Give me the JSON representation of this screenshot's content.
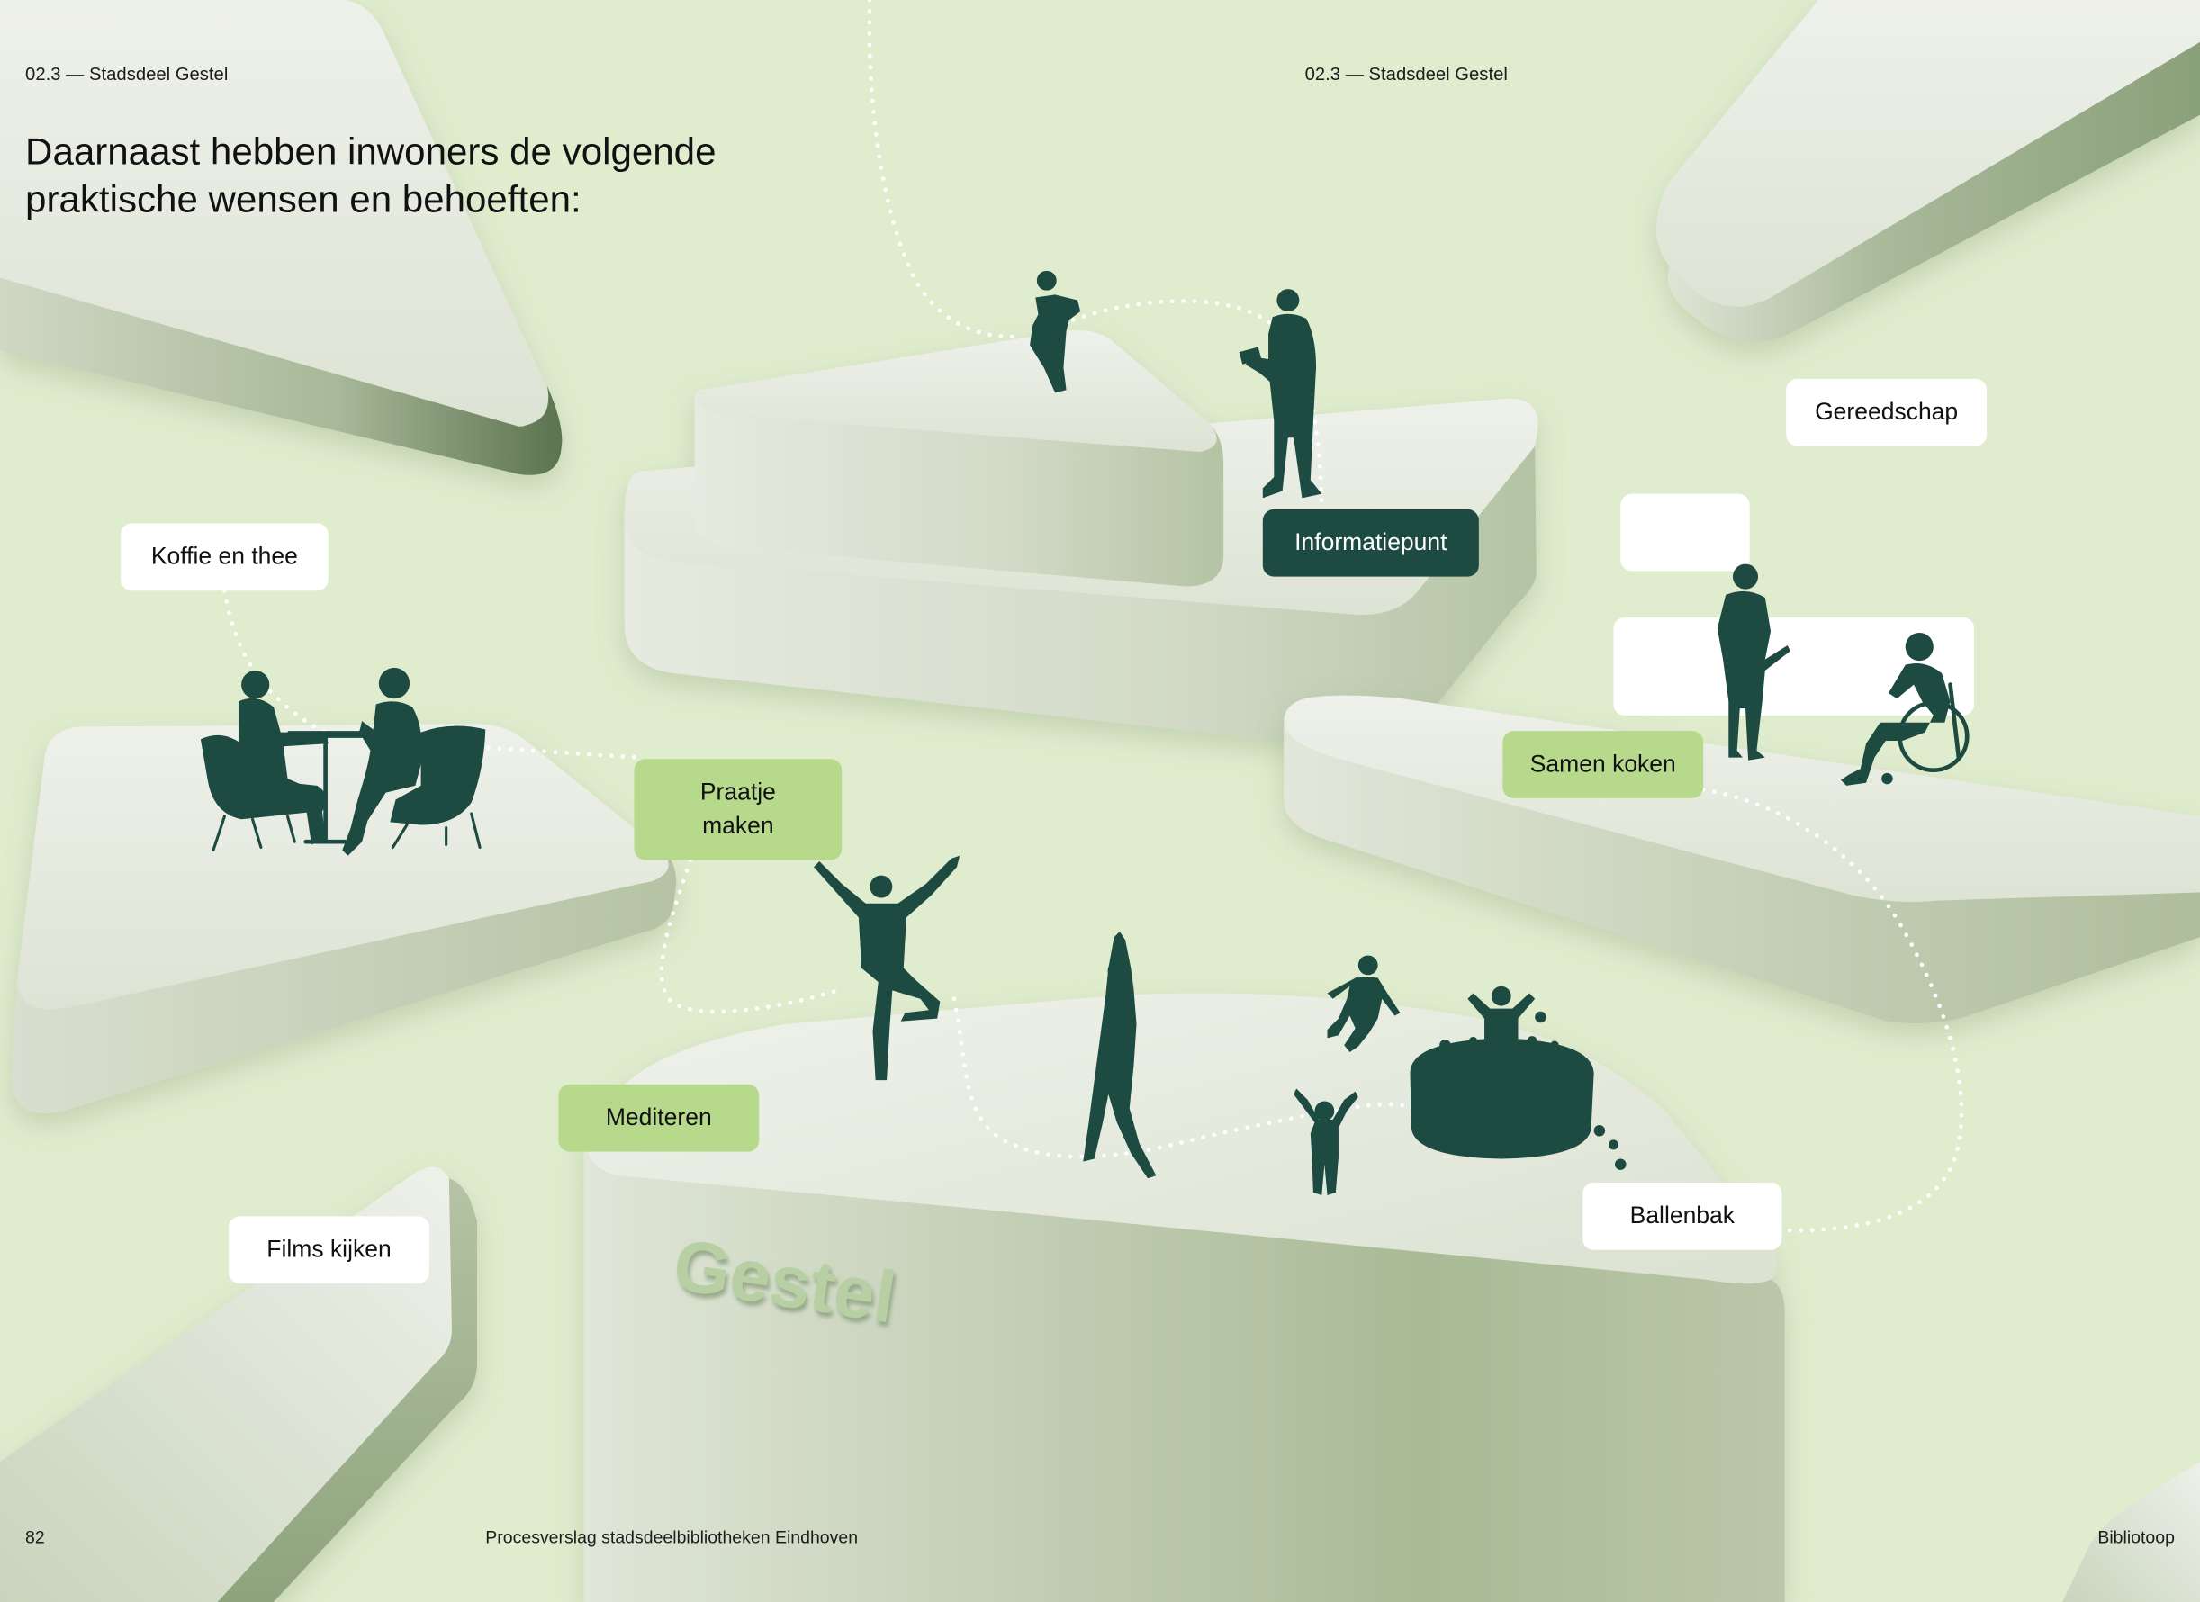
{
  "header": {
    "left": "02.3 — Stadsdeel Gestel",
    "right": "02.3 — Stadsdeel Gestel"
  },
  "heading": [
    "Daarnaast hebben inwoners de volgende",
    "praktische wensen en behoeften:"
  ],
  "labels": {
    "koffie": "Koffie en thee",
    "informatiepunt": "Informatiepunt",
    "gereedschap": "Gereedschap",
    "praatje": "Praatje maken",
    "samen_koken": "Samen koken",
    "mediteren": "Mediteren",
    "films": "Films kijken",
    "ballenbak": "Ballenbak"
  },
  "engraving": "Gestel",
  "footer": {
    "page_number": "82",
    "title": "Procesverslag stadsdeelbibliotheken Eindhoven",
    "section": "Bibliotoop"
  },
  "colors": {
    "background": "#e0ecce",
    "silhouette": "#1d4b42",
    "label_green": "#b6d98c",
    "label_dark": "#1d4b42",
    "label_white": "#ffffff",
    "dotted_path": "#ffffff"
  },
  "figures": [
    "person-reading-icon",
    "person-with-tablet-icon",
    "two-people-at-table-icon",
    "dancing-person-icon",
    "yoga-person-icon",
    "running-child-icon",
    "jumping-child-icon",
    "ball-pit-icon",
    "person-cooking-icon",
    "wheelchair-user-icon"
  ]
}
